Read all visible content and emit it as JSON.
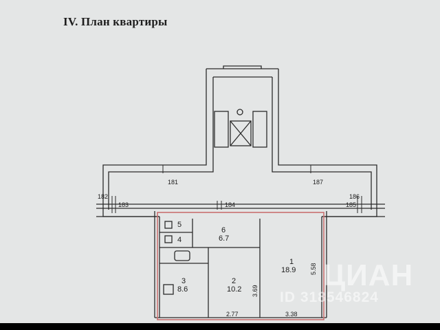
{
  "title": "IV. План квартиры",
  "rooms": [
    {
      "number": "1",
      "area": "18.9"
    },
    {
      "number": "2",
      "area": "10.2"
    },
    {
      "number": "3",
      "area": "8.6"
    },
    {
      "number": "4",
      "area": ""
    },
    {
      "number": "5",
      "area": ""
    },
    {
      "number": "6",
      "area": "6.7"
    }
  ],
  "dimensions": [
    "2.77",
    "3.38",
    "3.69",
    "5.58"
  ],
  "axis_marks": [
    "181",
    "182",
    "183",
    "184",
    "185",
    "186",
    "187"
  ],
  "watermark": {
    "brand": "ЦИАН",
    "id": "ID 318546824"
  },
  "colors": {
    "paper": "#e4e6e6",
    "wall": "#2a2a2a",
    "highlight": "#c87070"
  }
}
